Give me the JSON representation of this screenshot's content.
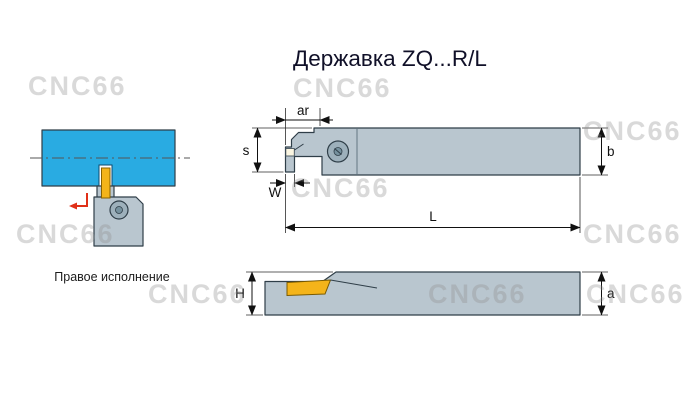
{
  "title": "Державка ZQ...R/L",
  "pictorial": {
    "caption": "Правое исполнение"
  },
  "dimension_labels": {
    "overhang": "ar",
    "head_height": "s",
    "groove_width": "W",
    "shank_width": "b",
    "total_length": "L",
    "shank_height": "H",
    "shank_thickness": "a"
  },
  "watermark": "CNC66",
  "colors": {
    "workpiece": "#29abe2",
    "holder": "#b9c6cf",
    "insert": "#f4b41a",
    "outline": "#2f3e48",
    "feed_arrow": "#e03018",
    "watermark": "#8f8f8f"
  }
}
